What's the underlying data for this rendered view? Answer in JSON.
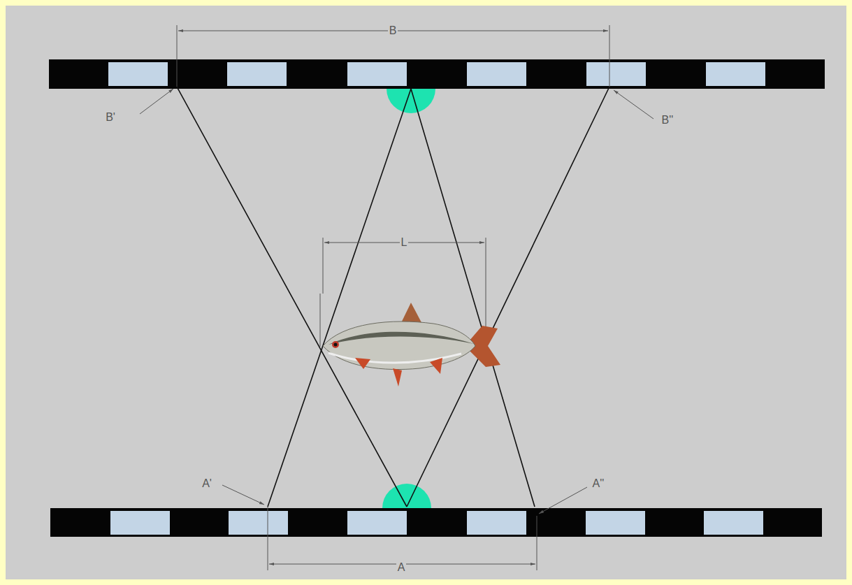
{
  "diagram": {
    "labels": [
      "B",
      "B'",
      "B''",
      "L",
      "A",
      "A'",
      "A''"
    ]
  }
}
